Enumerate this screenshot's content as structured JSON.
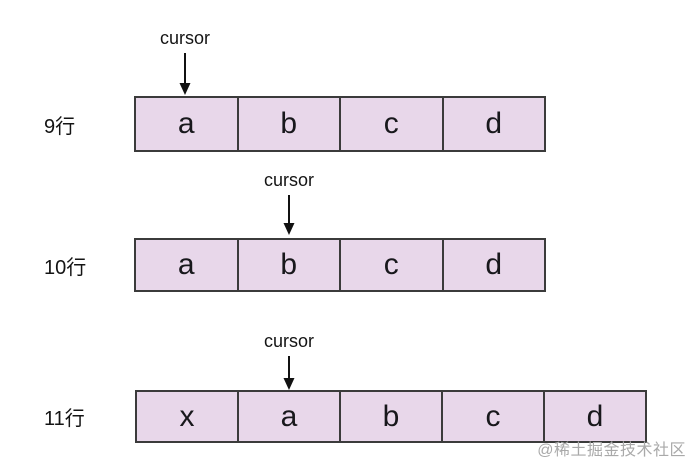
{
  "figure": {
    "cursor_label": "cursor",
    "rows": [
      {
        "label": "9行",
        "cells": [
          "a",
          "b",
          "c",
          "d"
        ],
        "cursor_label": "cursor",
        "cursor_cell": "a",
        "cursor_cell_index": 0
      },
      {
        "label": "10行",
        "cells": [
          "a",
          "b",
          "c",
          "d"
        ],
        "cursor_label": "cursor",
        "cursor_cell": "b",
        "cursor_cell_index": 1
      },
      {
        "label": "11行",
        "cells": [
          "x",
          "a",
          "b",
          "c",
          "d"
        ],
        "cursor_label": "cursor",
        "cursor_cell": "a",
        "cursor_cell_index": 1
      }
    ],
    "watermark": "@稀土掘金技术社区"
  },
  "colors": {
    "background": "#ffffff",
    "cell_fill": "#e8d7ea",
    "cell_border": "#3b3b3b",
    "text": "#141414",
    "arrow": "#111111",
    "watermark": "#a9a9a9"
  }
}
